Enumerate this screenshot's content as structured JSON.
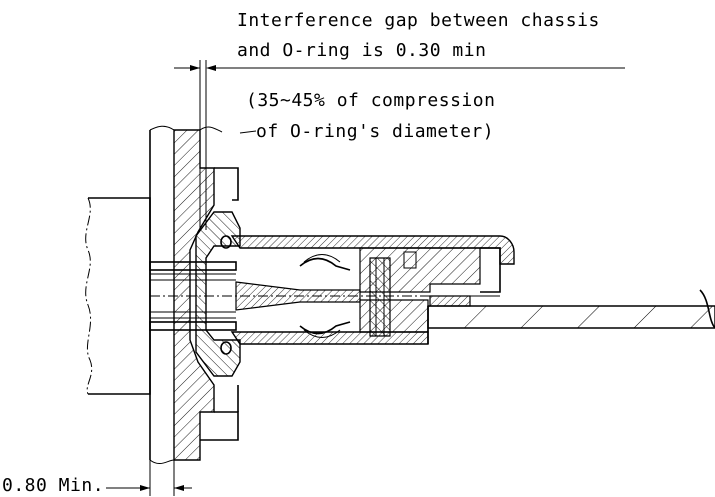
{
  "annotations": {
    "gap_line1": "Interference gap between chassis",
    "gap_line2": "and O-ring is 0.30 min",
    "compression_line1": "(35~45% of compression",
    "compression_line2": "of O-ring's diameter)",
    "min_dimension": "0.80 Min."
  },
  "colors": {
    "line": "#000000",
    "background": "#ffffff"
  }
}
